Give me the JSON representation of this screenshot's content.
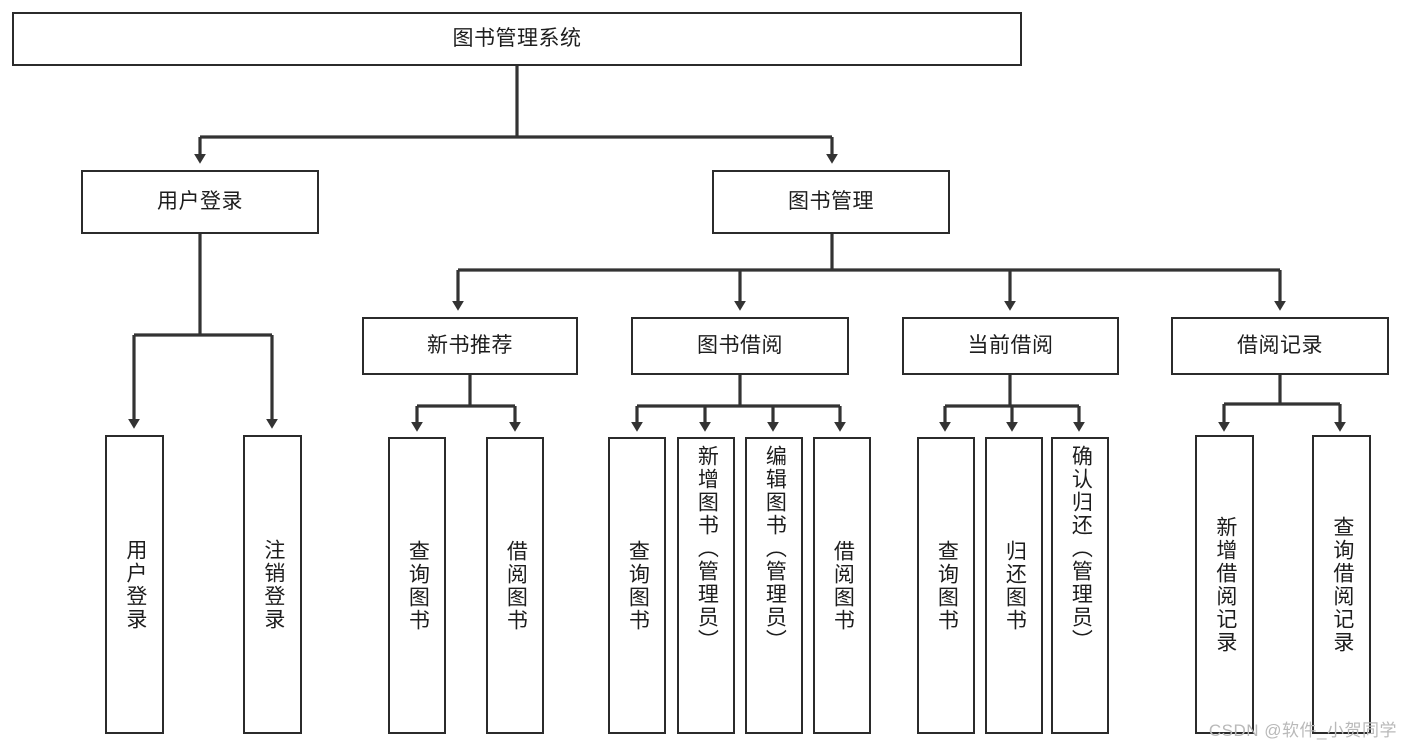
{
  "diagram": {
    "title": "图书管理系统",
    "type": "hierarchy-tree",
    "watermark": "CSDN @软件_小贺同学",
    "colors": {
      "box_border": "#2b2b2b",
      "box_fill": "#ffffff",
      "connector": "#333333",
      "text": "#1d1d1d",
      "watermark": "#b9b9b9"
    },
    "nodes": {
      "root": {
        "label": "图书管理系统"
      },
      "level2": [
        {
          "id": "user-login",
          "label": "用户登录"
        },
        {
          "id": "book-manage",
          "label": "图书管理"
        }
      ],
      "level3": [
        {
          "id": "new-book-rec",
          "label": "新书推荐"
        },
        {
          "id": "book-borrow",
          "label": "图书借阅"
        },
        {
          "id": "current-borrow",
          "label": "当前借阅"
        },
        {
          "id": "borrow-record",
          "label": "借阅记录"
        }
      ],
      "leaves": {
        "user_login": [
          {
            "id": "leaf-user-login",
            "label": "用户登录"
          },
          {
            "id": "leaf-logout-login",
            "label": "注销登录"
          }
        ],
        "new_book_rec": [
          {
            "id": "leaf-query-book-1",
            "label": "查询图书"
          },
          {
            "id": "leaf-borrow-book-1",
            "label": "借阅图书"
          }
        ],
        "book_borrow": [
          {
            "id": "leaf-query-book-2",
            "label": "查询图书"
          },
          {
            "id": "leaf-add-book",
            "label": "新增图书（管理员）"
          },
          {
            "id": "leaf-edit-book",
            "label": "编辑图书（管理员）"
          },
          {
            "id": "leaf-borrow-book-2",
            "label": "借阅图书"
          }
        ],
        "current_borrow": [
          {
            "id": "leaf-query-book-3",
            "label": "查询图书"
          },
          {
            "id": "leaf-return-book",
            "label": "归还图书"
          },
          {
            "id": "leaf-confirm-return",
            "label": "确认归还（管理员）"
          }
        ],
        "borrow_record": [
          {
            "id": "leaf-add-record",
            "label": "新增借阅记录"
          },
          {
            "id": "leaf-query-record",
            "label": "查询借阅记录"
          }
        ]
      }
    }
  }
}
